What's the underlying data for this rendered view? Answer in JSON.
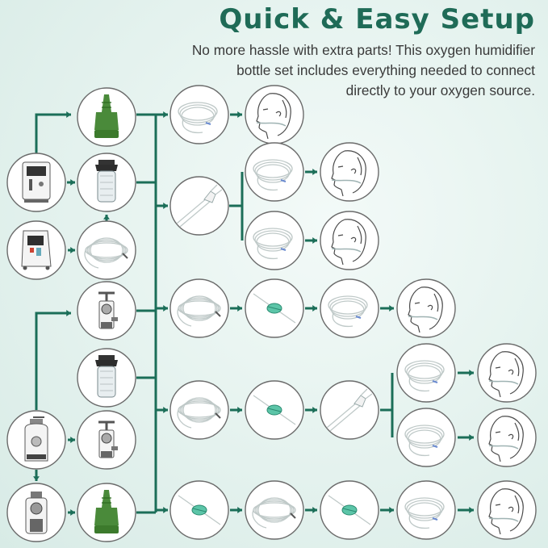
{
  "header": {
    "title": "Quick & Easy Setup",
    "subtitle": "No more hassle with extra parts! This oxygen humidifier\nbottle set includes everything needed to connect\ndirectly to your oxygen source."
  },
  "colors": {
    "accent": "#1f6b57",
    "connector": "#1b6e58",
    "adapter_green": "#4a8a3a"
  },
  "nodes": [
    {
      "id": "concentrator-1",
      "kind": "concentrator-a",
      "icon": "oxygen-concentrator-icon"
    },
    {
      "id": "concentrator-2",
      "kind": "concentrator-b",
      "icon": "oxygen-concentrator-icon"
    },
    {
      "id": "cylinder-1",
      "kind": "cylinder",
      "icon": "oxygen-cylinder-icon"
    },
    {
      "id": "regulator-cylinder",
      "kind": "cylinder-regulator",
      "icon": "cylinder-regulator-icon"
    },
    {
      "id": "adapter-1",
      "kind": "adapter",
      "icon": "green-adapter-icon"
    },
    {
      "id": "humidifier-1",
      "kind": "humidifier",
      "icon": "humidifier-bottle-icon"
    },
    {
      "id": "tubing-1",
      "kind": "tubing-coil",
      "icon": "tubing-connector-icon"
    },
    {
      "id": "regulator-1",
      "kind": "regulator",
      "icon": "flow-regulator-icon"
    },
    {
      "id": "humidifier-2",
      "kind": "humidifier",
      "icon": "humidifier-bottle-icon"
    },
    {
      "id": "regulator-2",
      "kind": "regulator",
      "icon": "flow-regulator-icon"
    },
    {
      "id": "adapter-2",
      "kind": "adapter",
      "icon": "green-adapter-icon"
    },
    {
      "id": "cannula-1",
      "kind": "cannula",
      "icon": "nasal-cannula-icon"
    },
    {
      "id": "face-1",
      "kind": "face",
      "icon": "patient-face-icon"
    },
    {
      "id": "splitter-1",
      "kind": "splitter",
      "icon": "tubing-splitter-icon"
    },
    {
      "id": "cannula-2",
      "kind": "cannula",
      "icon": "nasal-cannula-icon"
    },
    {
      "id": "face-2",
      "kind": "face",
      "icon": "patient-face-icon"
    },
    {
      "id": "cannula-3",
      "kind": "cannula",
      "icon": "nasal-cannula-icon"
    },
    {
      "id": "face-3",
      "kind": "face",
      "icon": "patient-face-icon"
    },
    {
      "id": "tubing-2",
      "kind": "tubing-coil",
      "icon": "tubing-coil-icon"
    },
    {
      "id": "connector-1",
      "kind": "connector",
      "icon": "swivel-connector-icon"
    },
    {
      "id": "cannula-4",
      "kind": "cannula",
      "icon": "nasal-cannula-icon"
    },
    {
      "id": "face-4",
      "kind": "face",
      "icon": "patient-face-icon"
    },
    {
      "id": "tubing-3",
      "kind": "tubing-coil",
      "icon": "tubing-coil-icon"
    },
    {
      "id": "connector-2",
      "kind": "connector",
      "icon": "swivel-connector-icon"
    },
    {
      "id": "splitter-2",
      "kind": "splitter",
      "icon": "tubing-splitter-icon"
    },
    {
      "id": "cannula-5",
      "kind": "cannula",
      "icon": "nasal-cannula-icon"
    },
    {
      "id": "face-5",
      "kind": "face",
      "icon": "patient-face-icon"
    },
    {
      "id": "cannula-6",
      "kind": "cannula",
      "icon": "nasal-cannula-icon"
    },
    {
      "id": "face-6",
      "kind": "face",
      "icon": "patient-face-icon"
    },
    {
      "id": "connector-3",
      "kind": "connector",
      "icon": "swivel-connector-icon"
    },
    {
      "id": "tubing-4",
      "kind": "tubing-coil",
      "icon": "tubing-coil-icon"
    },
    {
      "id": "connector-4",
      "kind": "connector",
      "icon": "swivel-connector-icon"
    },
    {
      "id": "cannula-7",
      "kind": "cannula",
      "icon": "nasal-cannula-icon"
    },
    {
      "id": "face-7",
      "kind": "face",
      "icon": "patient-face-icon"
    }
  ],
  "edges": [
    [
      "concentrator-1",
      "adapter-1"
    ],
    [
      "concentrator-1",
      "humidifier-1"
    ],
    [
      "concentrator-2",
      "tubing-1"
    ],
    [
      "tubing-1",
      "humidifier-1"
    ],
    [
      "cylinder-1",
      "regulator-1"
    ],
    [
      "cylinder-1",
      "regulator-2"
    ],
    [
      "regulator-cylinder",
      "adapter-2"
    ],
    [
      "adapter-1",
      "cannula-1"
    ],
    [
      "humidifier-1",
      "splitter-1"
    ],
    [
      "regulator-1",
      "tubing-2"
    ],
    [
      "humidifier-2",
      "tubing-3"
    ],
    [
      "adapter-2",
      "connector-3"
    ],
    [
      "cannula-1",
      "face-1"
    ],
    [
      "splitter-1",
      "cannula-2"
    ],
    [
      "splitter-1",
      "cannula-3"
    ],
    [
      "cannula-2",
      "face-2"
    ],
    [
      "cannula-3",
      "face-3"
    ],
    [
      "tubing-2",
      "connector-1"
    ],
    [
      "connector-1",
      "cannula-4"
    ],
    [
      "cannula-4",
      "face-4"
    ],
    [
      "tubing-3",
      "connector-2"
    ],
    [
      "connector-2",
      "splitter-2"
    ],
    [
      "splitter-2",
      "cannula-5"
    ],
    [
      "splitter-2",
      "cannula-6"
    ],
    [
      "cannula-5",
      "face-5"
    ],
    [
      "cannula-6",
      "face-6"
    ],
    [
      "connector-3",
      "tubing-4"
    ],
    [
      "tubing-4",
      "connector-4"
    ],
    [
      "connector-4",
      "cannula-7"
    ],
    [
      "cannula-7",
      "face-7"
    ]
  ]
}
